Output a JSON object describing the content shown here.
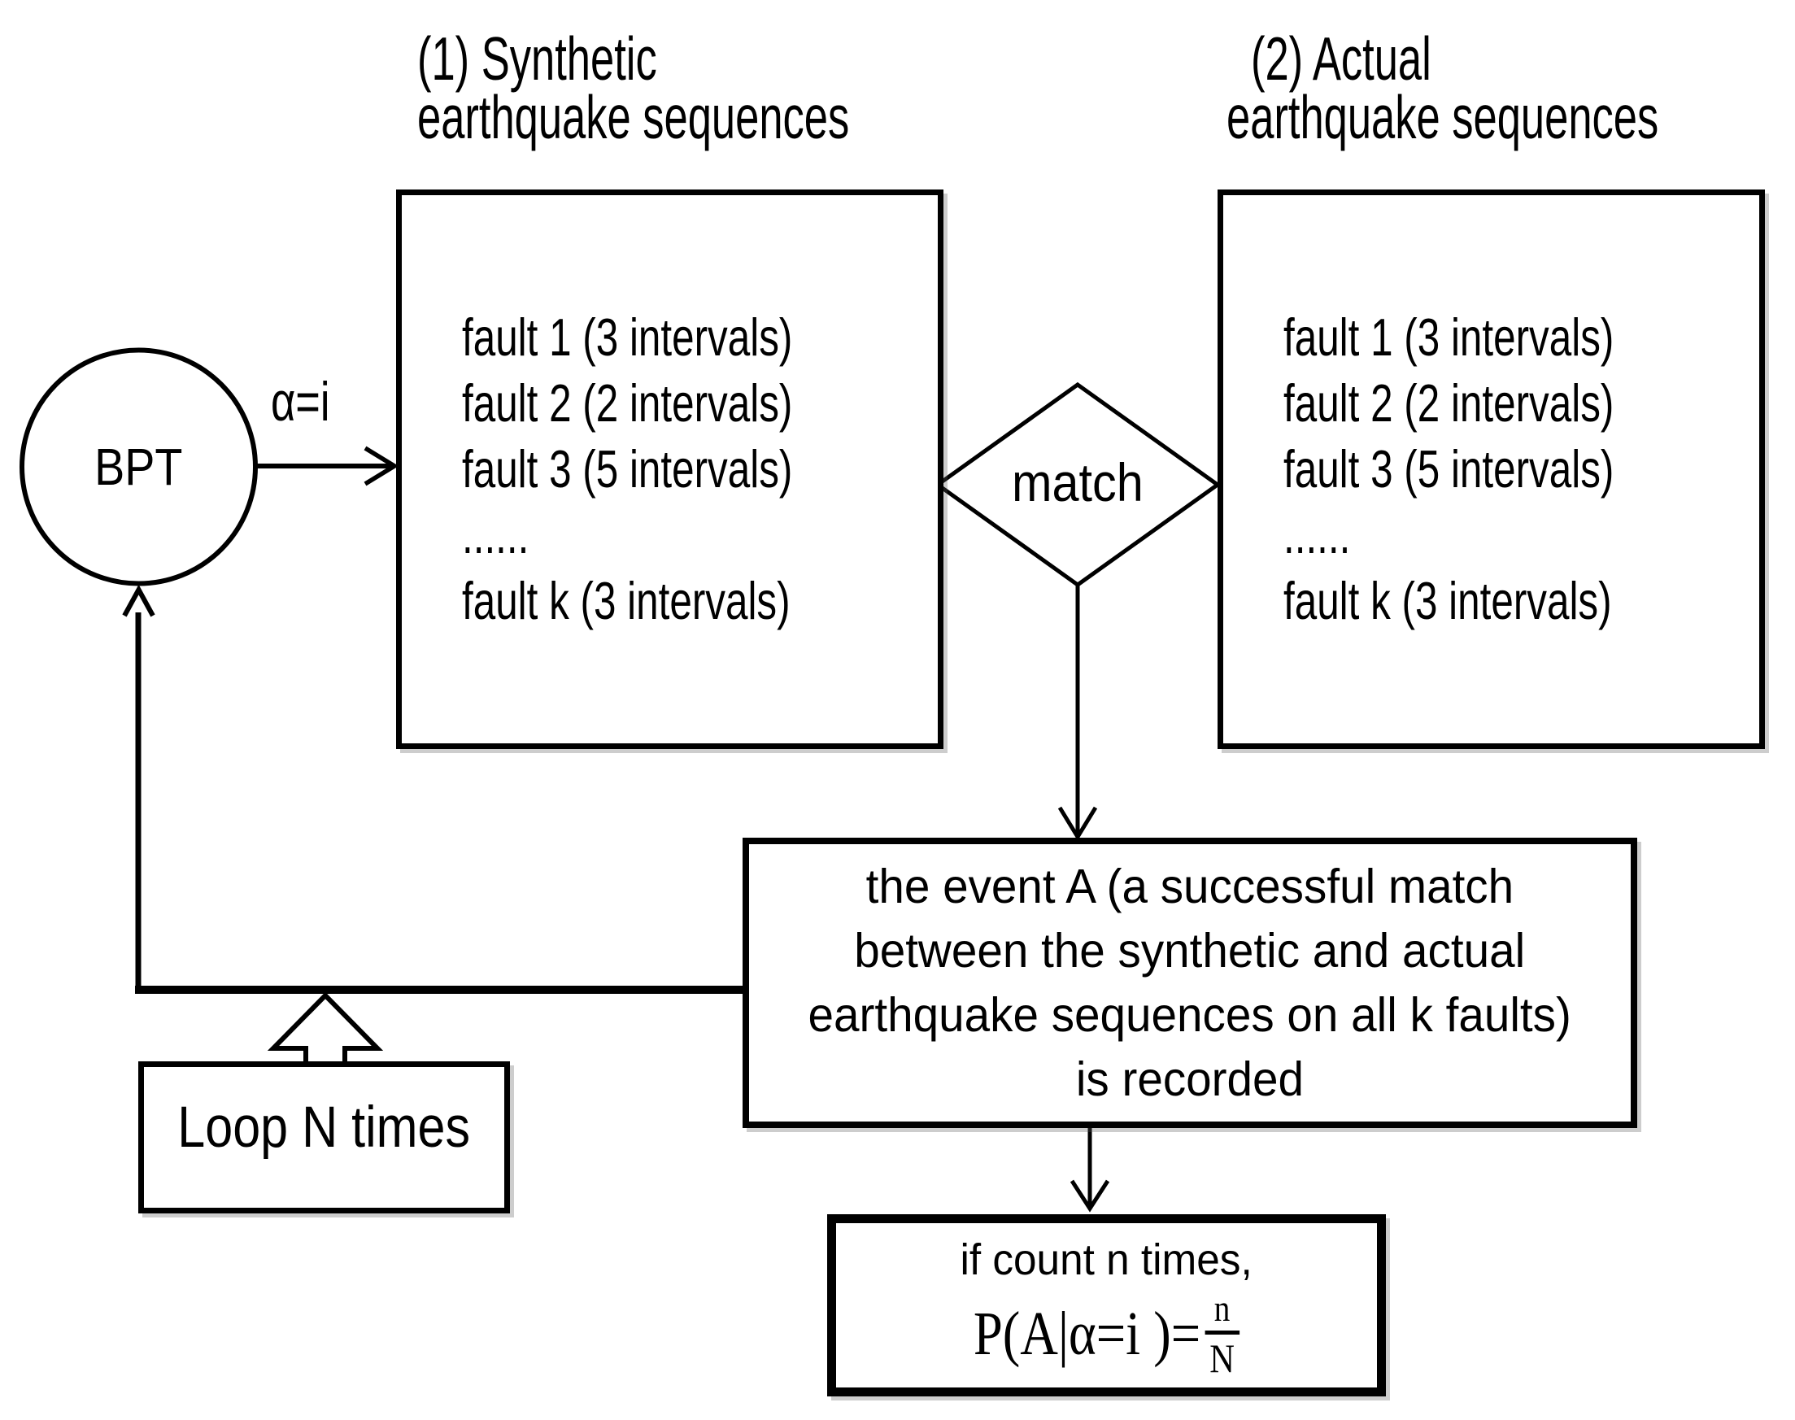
{
  "title_labels": {
    "synthetic": {
      "line1": "(1) Synthetic",
      "line2": "earthquake sequences"
    },
    "actual": {
      "line1": "(2) Actual",
      "line2": "earthquake sequences"
    }
  },
  "bpt_circle": {
    "label": "BPT"
  },
  "transition_label": "α=i",
  "synthetic_box": {
    "faults": [
      "fault 1 (3 intervals)",
      "fault 2 (2 intervals)",
      "fault 3 (5 intervals)",
      "......",
      "fault k (3 intervals)"
    ]
  },
  "actual_box": {
    "faults": [
      "fault 1 (3 intervals)",
      "fault 2 (2 intervals)",
      "fault 3 (5 intervals)",
      "......",
      "fault k (3 intervals)"
    ]
  },
  "match_diamond": {
    "label": "match"
  },
  "event_box": {
    "lines": [
      "the event A (a successful match",
      "between the synthetic and actual",
      "earthquake sequences on all k faults)",
      "is recorded"
    ]
  },
  "result_box": {
    "condition": "if count n times,",
    "formula_prefix": "P(A|α=i )=",
    "fraction": {
      "numerator": "n",
      "denominator": "N"
    }
  },
  "loop_box": {
    "label": "Loop N times"
  },
  "colors": {
    "ink": "#000000",
    "background": "#ffffff"
  }
}
